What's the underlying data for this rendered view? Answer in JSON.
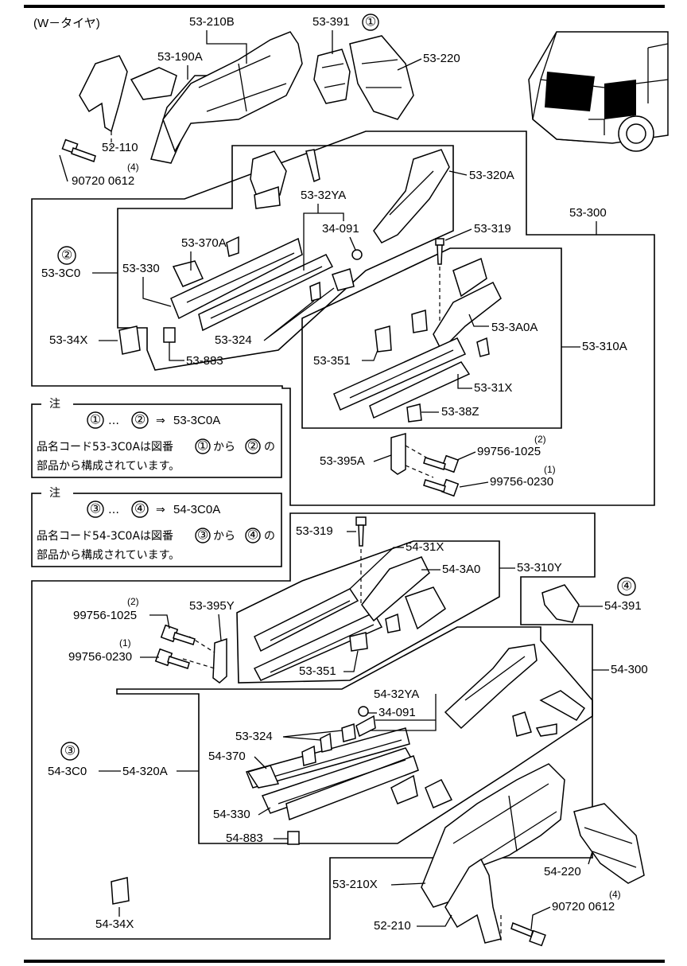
{
  "header": {
    "variant": "(W－タイヤ)"
  },
  "groups": {
    "g1": {
      "num": "①"
    },
    "g2": {
      "num": "②",
      "code": "53-3C0"
    },
    "g3": {
      "num": "③",
      "code": "54-3C0"
    },
    "g4": {
      "num": "④"
    }
  },
  "parts": {
    "p53_210B": "53-210B",
    "p53_391": "53-391",
    "p53_190A": "53-190A",
    "p53_220": "53-220",
    "p52_110": "52-110",
    "p90720_top": "90720 0612",
    "p90720_top_qty": "(4)",
    "p53_320A": "53-320A",
    "p53_32YA": "53-32YA",
    "p34_091_top": "34-091",
    "p53_300": "53-300",
    "p53_370A": "53-370A",
    "p53_319_top": "53-319",
    "p53_330": "53-330",
    "p53_34X": "53-34X",
    "p53_324_top": "53-324",
    "p53_3A0A": "53-3A0A",
    "p53_310A": "53-310A",
    "p53_883": "53-883",
    "p53_351_top": "53-351",
    "p53_31X": "53-31X",
    "p53_38Z": "53-38Z",
    "p53_395A": "53-395A",
    "p99756_1025_top": "99756-1025",
    "p99756_1025_top_qty": "(2)",
    "p99756_0230_top": "99756-0230",
    "p99756_0230_top_qty": "(1)",
    "p53_319_bot": "53-319",
    "p54_31X": "54-31X",
    "p54_3A0": "54-3A0",
    "p53_310Y": "53-310Y",
    "p54_391": "54-391",
    "p99756_1025_bot": "99756-1025",
    "p99756_1025_bot_qty": "(2)",
    "p53_395Y": "53-395Y",
    "p99756_0230_bot": "99756-0230",
    "p99756_0230_bot_qty": "(1)",
    "p53_351_bot": "53-351",
    "p54_300": "54-300",
    "p54_32YA": "54-32YA",
    "p34_091_bot": "34-091",
    "p53_324_bot": "53-324",
    "p54_370": "54-370",
    "p54_320A": "54-320A",
    "p54_330": "54-330",
    "p54_883": "54-883",
    "p54_220": "54-220",
    "p53_210X": "53-210X",
    "p54_34X": "54-34X",
    "p90720_bot": "90720 0612",
    "p90720_bot_qty": "(4)",
    "p52_210": "52-210"
  },
  "notes": {
    "note1": {
      "title": "注",
      "formula_from": "①",
      "formula_dots": "…",
      "formula_to": "②",
      "formula_arrow": "⇒",
      "formula_code": "53-3C0A",
      "line1_pre": "品名コード53-3C0Aは図番",
      "line1_a": "①",
      "line1_mid": "から",
      "line1_b": "②",
      "line1_post": "の",
      "line2": "部品から構成されています。"
    },
    "note2": {
      "title": "注",
      "formula_from": "③",
      "formula_dots": "…",
      "formula_to": "④",
      "formula_arrow": "⇒",
      "formula_code": "54-3C0A",
      "line1_pre": "品名コード54-3C0Aは図番",
      "line1_a": "③",
      "line1_mid": "から",
      "line1_b": "④",
      "line1_post": "の",
      "line2": "部品から構成されています。"
    }
  }
}
